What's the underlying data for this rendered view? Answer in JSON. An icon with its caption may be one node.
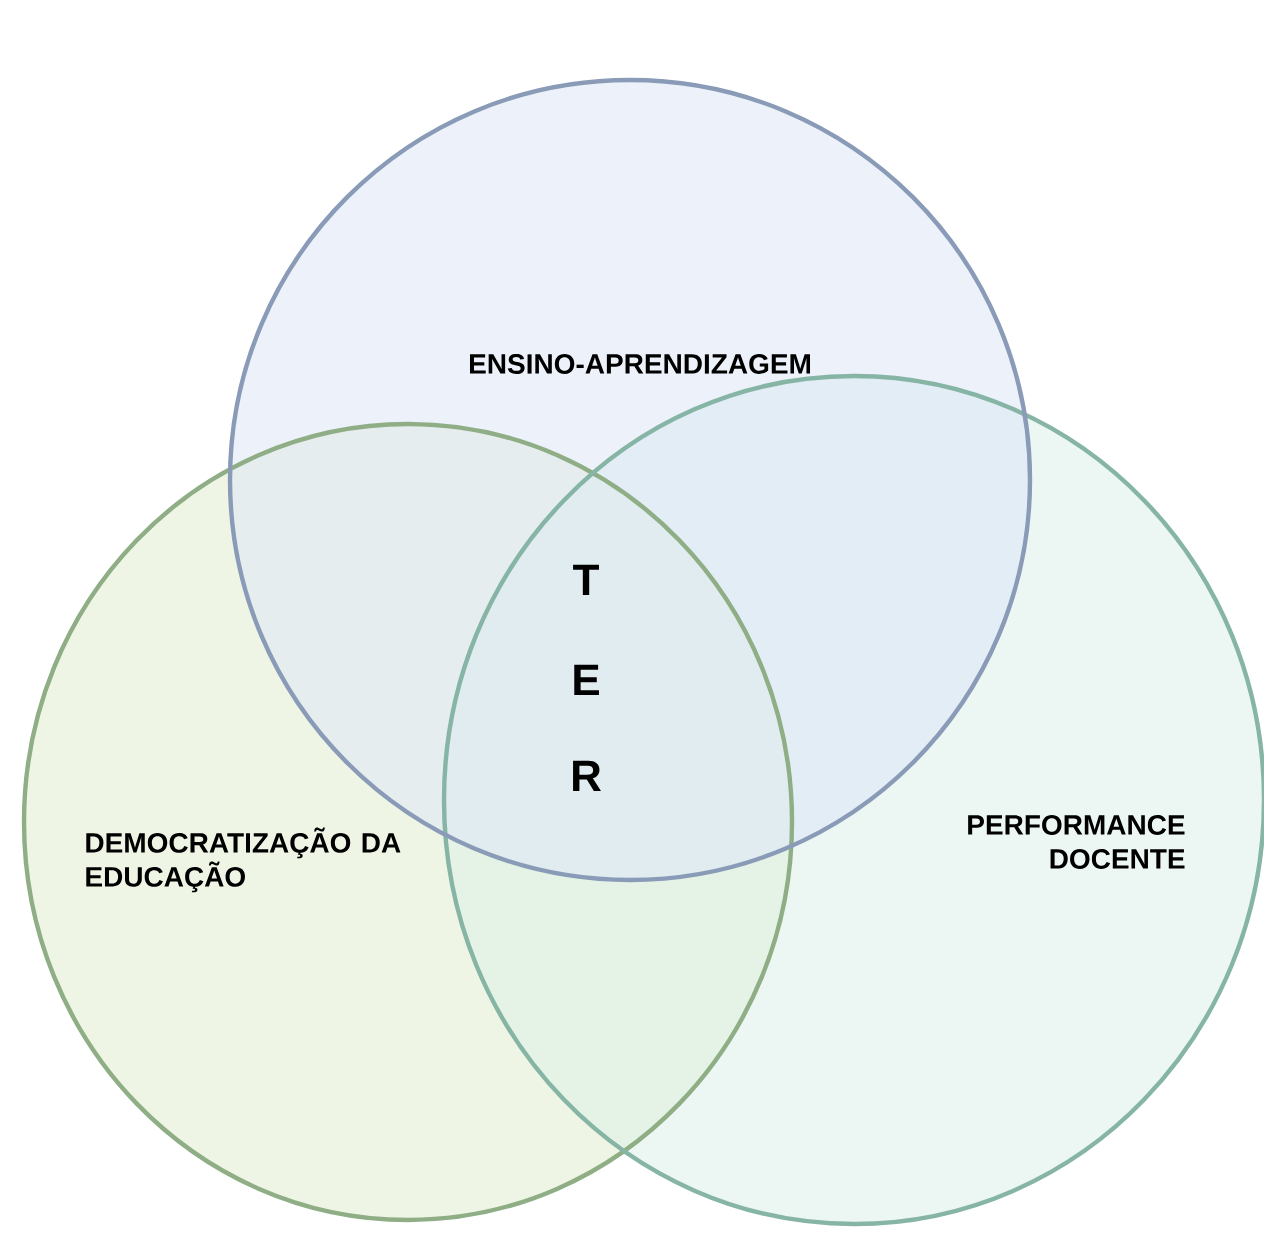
{
  "diagram": {
    "nodes": [
      {
        "text": [
          "ENSINO-APRENDIZAGEM"
        ]
      },
      {
        "text": [
          "DEMOCRATIZAÇÃO DA EDUCAÇÃO"
        ]
      },
      {
        "text": [
          "PERFORMANCE DOCENTE"
        ]
      }
    ],
    "labels": [
      "T",
      "E",
      "R"
    ]
  }
}
